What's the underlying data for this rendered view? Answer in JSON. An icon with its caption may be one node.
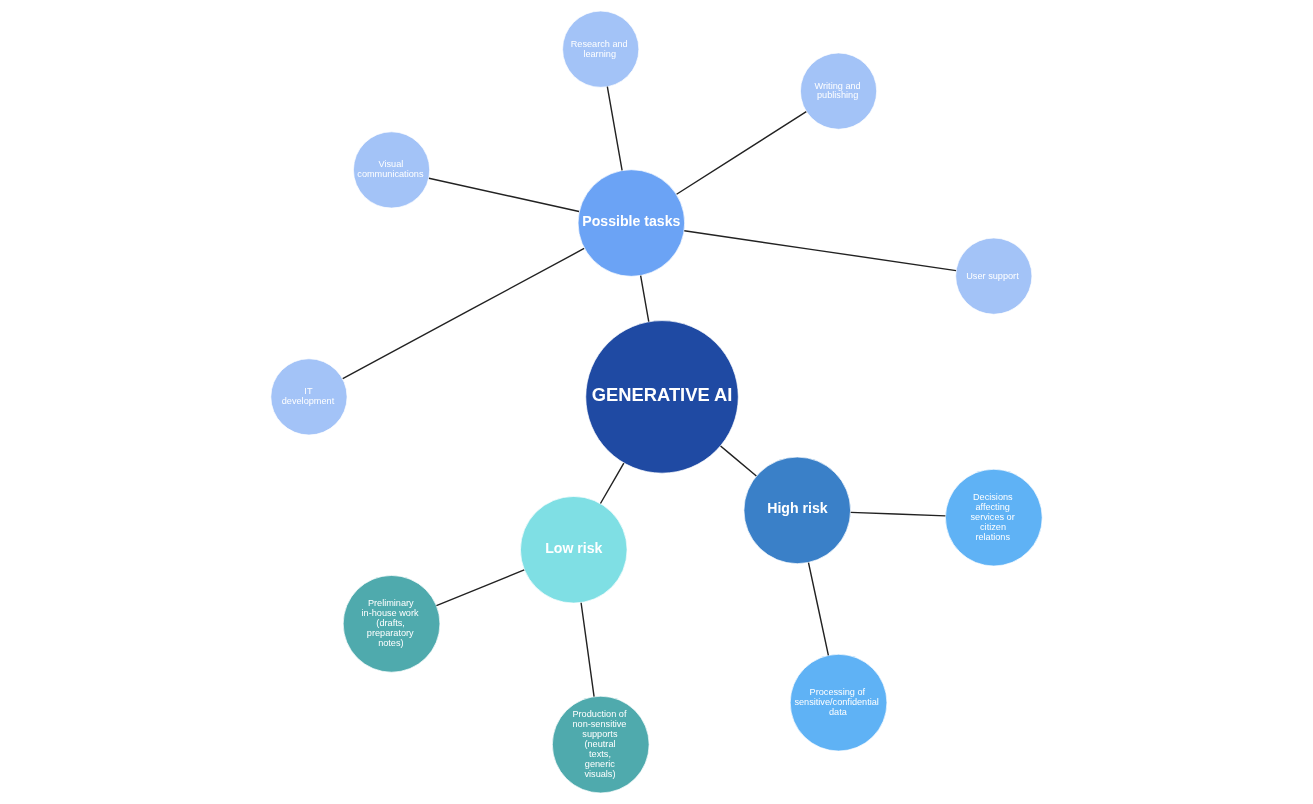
{
  "diagram": {
    "nodes": [
      {
        "text": [
          "GENERATIVE AI"
        ]
      },
      {
        "text": [
          "Possible tasks"
        ]
      },
      {
        "text": [
          "User support"
        ]
      },
      {
        "text": [
          "Writing and publishing"
        ]
      },
      {
        "text": [
          "Research and learning"
        ]
      },
      {
        "text": [
          "Visual communications"
        ]
      },
      {
        "text": [
          "IT development"
        ]
      },
      {
        "text": [
          "Low risk"
        ]
      },
      {
        "text": [
          "Preliminary in-house work (drafts, preparatory notes)"
        ]
      },
      {
        "text": [
          "Production of non-sensitive supports (neutral texts, generic visuals)"
        ]
      },
      {
        "text": [
          "High risk"
        ]
      },
      {
        "text": [
          "Processing of sensitive/confidential data"
        ]
      },
      {
        "text": [
          "Decisions affecting services or citizen relations"
        ]
      }
    ],
    "edges": [
      {
        "from": 0,
        "to": 1,
        "arrow": "none"
      },
      {
        "from": 1,
        "to": 2,
        "arrow": "none"
      },
      {
        "from": 1,
        "to": 3,
        "arrow": "none"
      },
      {
        "from": 1,
        "to": 4,
        "arrow": "none"
      },
      {
        "from": 1,
        "to": 5,
        "arrow": "none"
      },
      {
        "from": 1,
        "to": 6,
        "arrow": "none"
      },
      {
        "from": 0,
        "to": 7,
        "arrow": "none"
      },
      {
        "from": 7,
        "to": 8,
        "arrow": "none"
      },
      {
        "from": 7,
        "to": 9,
        "arrow": "none"
      },
      {
        "from": 0,
        "to": 10,
        "arrow": "none"
      },
      {
        "from": 10,
        "to": 11,
        "arrow": "none"
      },
      {
        "from": 10,
        "to": 12,
        "arrow": "none"
      }
    ]
  }
}
